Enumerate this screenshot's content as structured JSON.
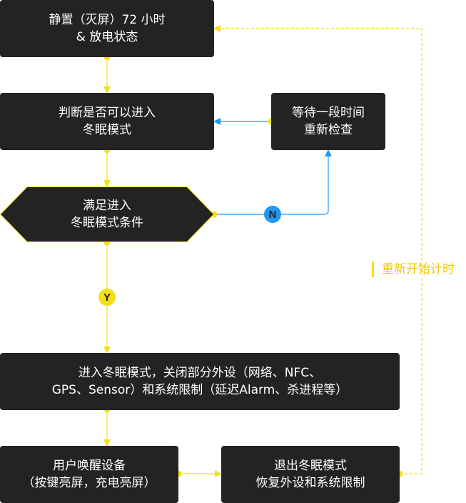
{
  "nodes": {
    "idle": {
      "line1": "静置（灭屏）72 小时",
      "line2": "& 放电状态"
    },
    "judge": {
      "line1": "判断是否可以进入",
      "line2": "冬眠模式"
    },
    "wait": {
      "line1": "等待一段时间",
      "line2": "重新检查"
    },
    "condition": {
      "line1": "满足进入",
      "line2": "冬眠模式条件"
    },
    "enter": {
      "line1": "进入冬眠模式，关闭部分外设（网络、NFC、",
      "line2": "GPS、Sensor）和系统限制（延迟Alarm、杀进程等）"
    },
    "wake": {
      "line1": "用户唤醒设备",
      "line2": "（按键亮屏，充电亮屏）"
    },
    "exit": {
      "line1": "退出冬眠模式",
      "line2": "恢复外设和系统限制"
    }
  },
  "badges": {
    "no": "N",
    "yes": "Y"
  },
  "restart_label": "重新开始计时",
  "colors": {
    "node_fill": "#232323",
    "node_text": "#ffffff",
    "yes_flow": "#f5df16",
    "no_flow": "#2196f3",
    "restart_flow": "#f5df16"
  }
}
